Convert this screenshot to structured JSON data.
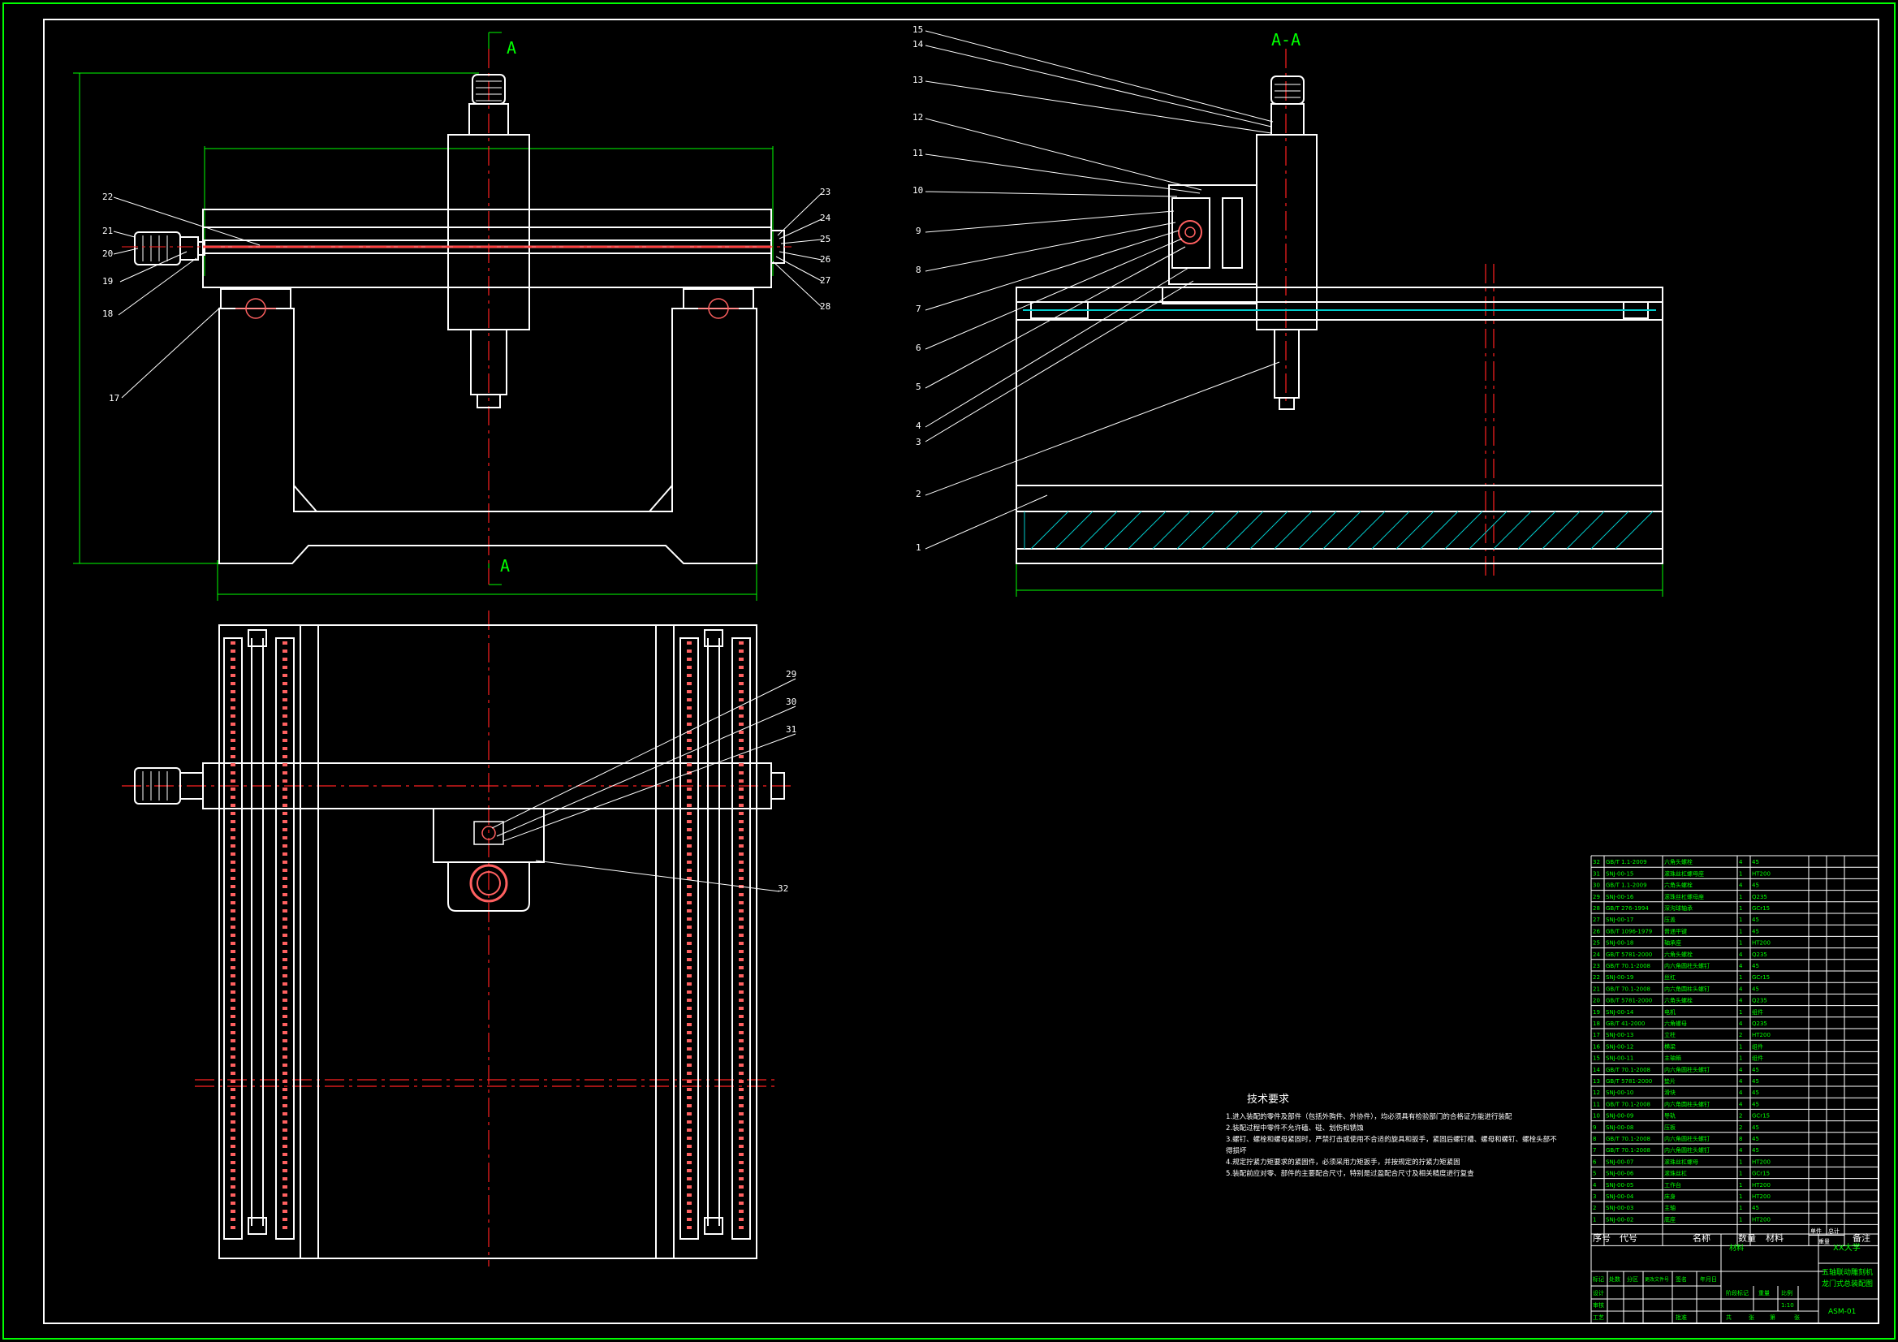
{
  "colors": {
    "background": "#000000",
    "outline": "#ffffff",
    "frame": "#00ff00",
    "dimension": "#00ff00",
    "centerline": "#ff2020",
    "hatch": "#00cccc",
    "part": "#ff6060",
    "leader": "#ffffff",
    "text": "#ffffff"
  },
  "views": {
    "front": {
      "section_mark_top": "A",
      "section_mark_bottom": "A",
      "callouts_left": [
        "22",
        "21",
        "20",
        "19",
        "18",
        "17"
      ],
      "callouts_right": [
        "23",
        "24",
        "25",
        "26",
        "27",
        "28"
      ]
    },
    "section": {
      "title": "A-A",
      "callouts": [
        "15",
        "14",
        "13",
        "12",
        "11",
        "10",
        "9",
        "8",
        "7",
        "6",
        "5",
        "4",
        "3",
        "2",
        "1"
      ]
    },
    "top": {
      "callouts": [
        "29",
        "30",
        "31",
        "32"
      ]
    }
  },
  "tech": {
    "title": "技术要求",
    "lines": [
      "1.进入装配的零件及部件（包括外购件、外协件），均必须具有检验部门的合格证方能进行装配",
      "2.装配过程中零件不允许磕、碰、划伤和锈蚀",
      "3.螺钉、螺栓和螺母紧固时，严禁打击或使用不合适的旋具和扳手，紧固后螺钉槽、螺母和螺钉、螺栓头部不",
      "得损坏",
      "4.规定拧紧力矩要求的紧固件，必须采用力矩扳手，并按规定的拧紧力矩紧固",
      "5.装配前应对零、部件的主要配合尺寸，特别是过盈配合尺寸及相关精度进行复查"
    ]
  },
  "bom": {
    "rows": [
      [
        "32",
        "GB/T 1.1-2009",
        "六角头螺栓",
        "4",
        "45",
        ""
      ],
      [
        "31",
        "SNJ-00-15",
        "滚珠丝杠螺母座",
        "1",
        "HT200",
        ""
      ],
      [
        "30",
        "GB/T 1.1-2009",
        "六角头螺栓",
        "4",
        "45",
        ""
      ],
      [
        "29",
        "SNJ-00-16",
        "滚珠丝杠螺母座",
        "1",
        "Q235",
        ""
      ],
      [
        "28",
        "GB/T 276-1994",
        "深沟球轴承",
        "1",
        "GCr15",
        ""
      ],
      [
        "27",
        "SNJ-00-17",
        "压盖",
        "1",
        "45",
        ""
      ],
      [
        "26",
        "GB/T 1096-1979",
        "普通平键",
        "1",
        "45",
        ""
      ],
      [
        "25",
        "SNJ-00-18",
        "轴承座",
        "1",
        "HT200",
        ""
      ],
      [
        "24",
        "GB/T 5781-2000",
        "六角头螺栓",
        "4",
        "Q235",
        ""
      ],
      [
        "23",
        "GB/T 70.1-2008",
        "内六角圆柱头螺钉",
        "4",
        "45",
        ""
      ],
      [
        "22",
        "SNJ-00-19",
        "丝杠",
        "1",
        "GCr15",
        ""
      ],
      [
        "21",
        "GB/T 70.1-2008",
        "内六角圆柱头螺钉",
        "4",
        "45",
        ""
      ],
      [
        "20",
        "GB/T 5781-2000",
        "六角头螺栓",
        "4",
        "Q235",
        ""
      ],
      [
        "19",
        "SNJ-00-14",
        "电机",
        "1",
        "组件",
        ""
      ],
      [
        "18",
        "GB/T 41-2000",
        "六角螺母",
        "4",
        "Q235",
        ""
      ],
      [
        "17",
        "SNJ-00-13",
        "立柱",
        "2",
        "HT200",
        ""
      ],
      [
        "16",
        "SNJ-00-12",
        "横梁",
        "1",
        "组件",
        ""
      ],
      [
        "15",
        "SNJ-00-11",
        "主轴箱",
        "1",
        "组件",
        ""
      ],
      [
        "14",
        "GB/T 70.1-2008",
        "内六角圆柱头螺钉",
        "4",
        "45",
        ""
      ],
      [
        "13",
        "GB/T 5781-2000",
        "垫片",
        "4",
        "45",
        ""
      ],
      [
        "12",
        "SNJ-00-10",
        "滑块",
        "4",
        "45",
        ""
      ],
      [
        "11",
        "GB/T 70.1-2008",
        "内六角圆柱头螺钉",
        "4",
        "45",
        ""
      ],
      [
        "10",
        "SNJ-00-09",
        "导轨",
        "2",
        "GCr15",
        ""
      ],
      [
        "9",
        "SNJ-00-08",
        "压板",
        "2",
        "45",
        ""
      ],
      [
        "8",
        "GB/T 70.1-2008",
        "内六角圆柱头螺钉",
        "8",
        "45",
        ""
      ],
      [
        "7",
        "GB/T 70.1-2008",
        "内六角圆柱头螺钉",
        "4",
        "45",
        ""
      ],
      [
        "6",
        "SNJ-00-07",
        "滚珠丝杠螺母",
        "1",
        "HT200",
        ""
      ],
      [
        "5",
        "SNJ-00-06",
        "滚珠丝杠",
        "1",
        "GCr15",
        ""
      ],
      [
        "4",
        "SNJ-00-05",
        "工作台",
        "1",
        "HT200",
        ""
      ],
      [
        "3",
        "SNJ-00-04",
        "床身",
        "1",
        "HT200",
        ""
      ],
      [
        "2",
        "SNJ-00-03",
        "主轴",
        "1",
        "45",
        ""
      ],
      [
        "1",
        "SNJ-00-02",
        "底座",
        "1",
        "HT200",
        ""
      ]
    ],
    "header": [
      "序号",
      "代号",
      "名称",
      "数量",
      "材料",
      "备注"
    ],
    "header_weight": [
      "单件",
      "总计",
      "重量"
    ]
  },
  "title_block": {
    "school": "XX大学",
    "drawing_title_1": "五轴联动雕刻机",
    "drawing_title_2": "龙门式总装配图",
    "drawing_no": "ASM-01",
    "material_label": "材料",
    "scale_label": "比例",
    "scale_value": "1:10",
    "fields_left": [
      "标记",
      "处数",
      "分区",
      "更改文件号",
      "签名",
      "年月日"
    ],
    "roles": [
      "设计",
      "审核",
      "工艺",
      "批准"
    ],
    "sheets": [
      "共",
      "张",
      "第",
      "张"
    ],
    "stage_label": "阶段标记",
    "weight_label": "重量"
  }
}
